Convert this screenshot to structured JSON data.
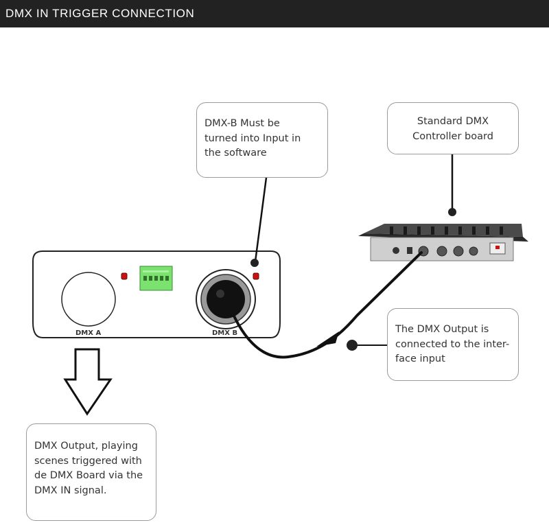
{
  "header": {
    "title": "DMX IN TRIGGER CONNECTION"
  },
  "diagram": {
    "ports": {
      "dmx_a": "DMX A",
      "dmx_b": "DMX B"
    },
    "callouts": {
      "dmx_b_input": "DMX-B Must be\nturned into Input in\nthe software",
      "standard_controller": "Standard DMX\nController board",
      "dmx_output_connected": "The DMX Output is\nconnected to the inter-\nface input",
      "dmx_output_playing": "DMX Output, playing\nscenes triggered with\nde DMX Board via the\nDMX IN signal."
    }
  },
  "colors": {
    "header_bg": "#222222",
    "terminal_green": "#7be26f",
    "led_red": "#cc1111"
  }
}
